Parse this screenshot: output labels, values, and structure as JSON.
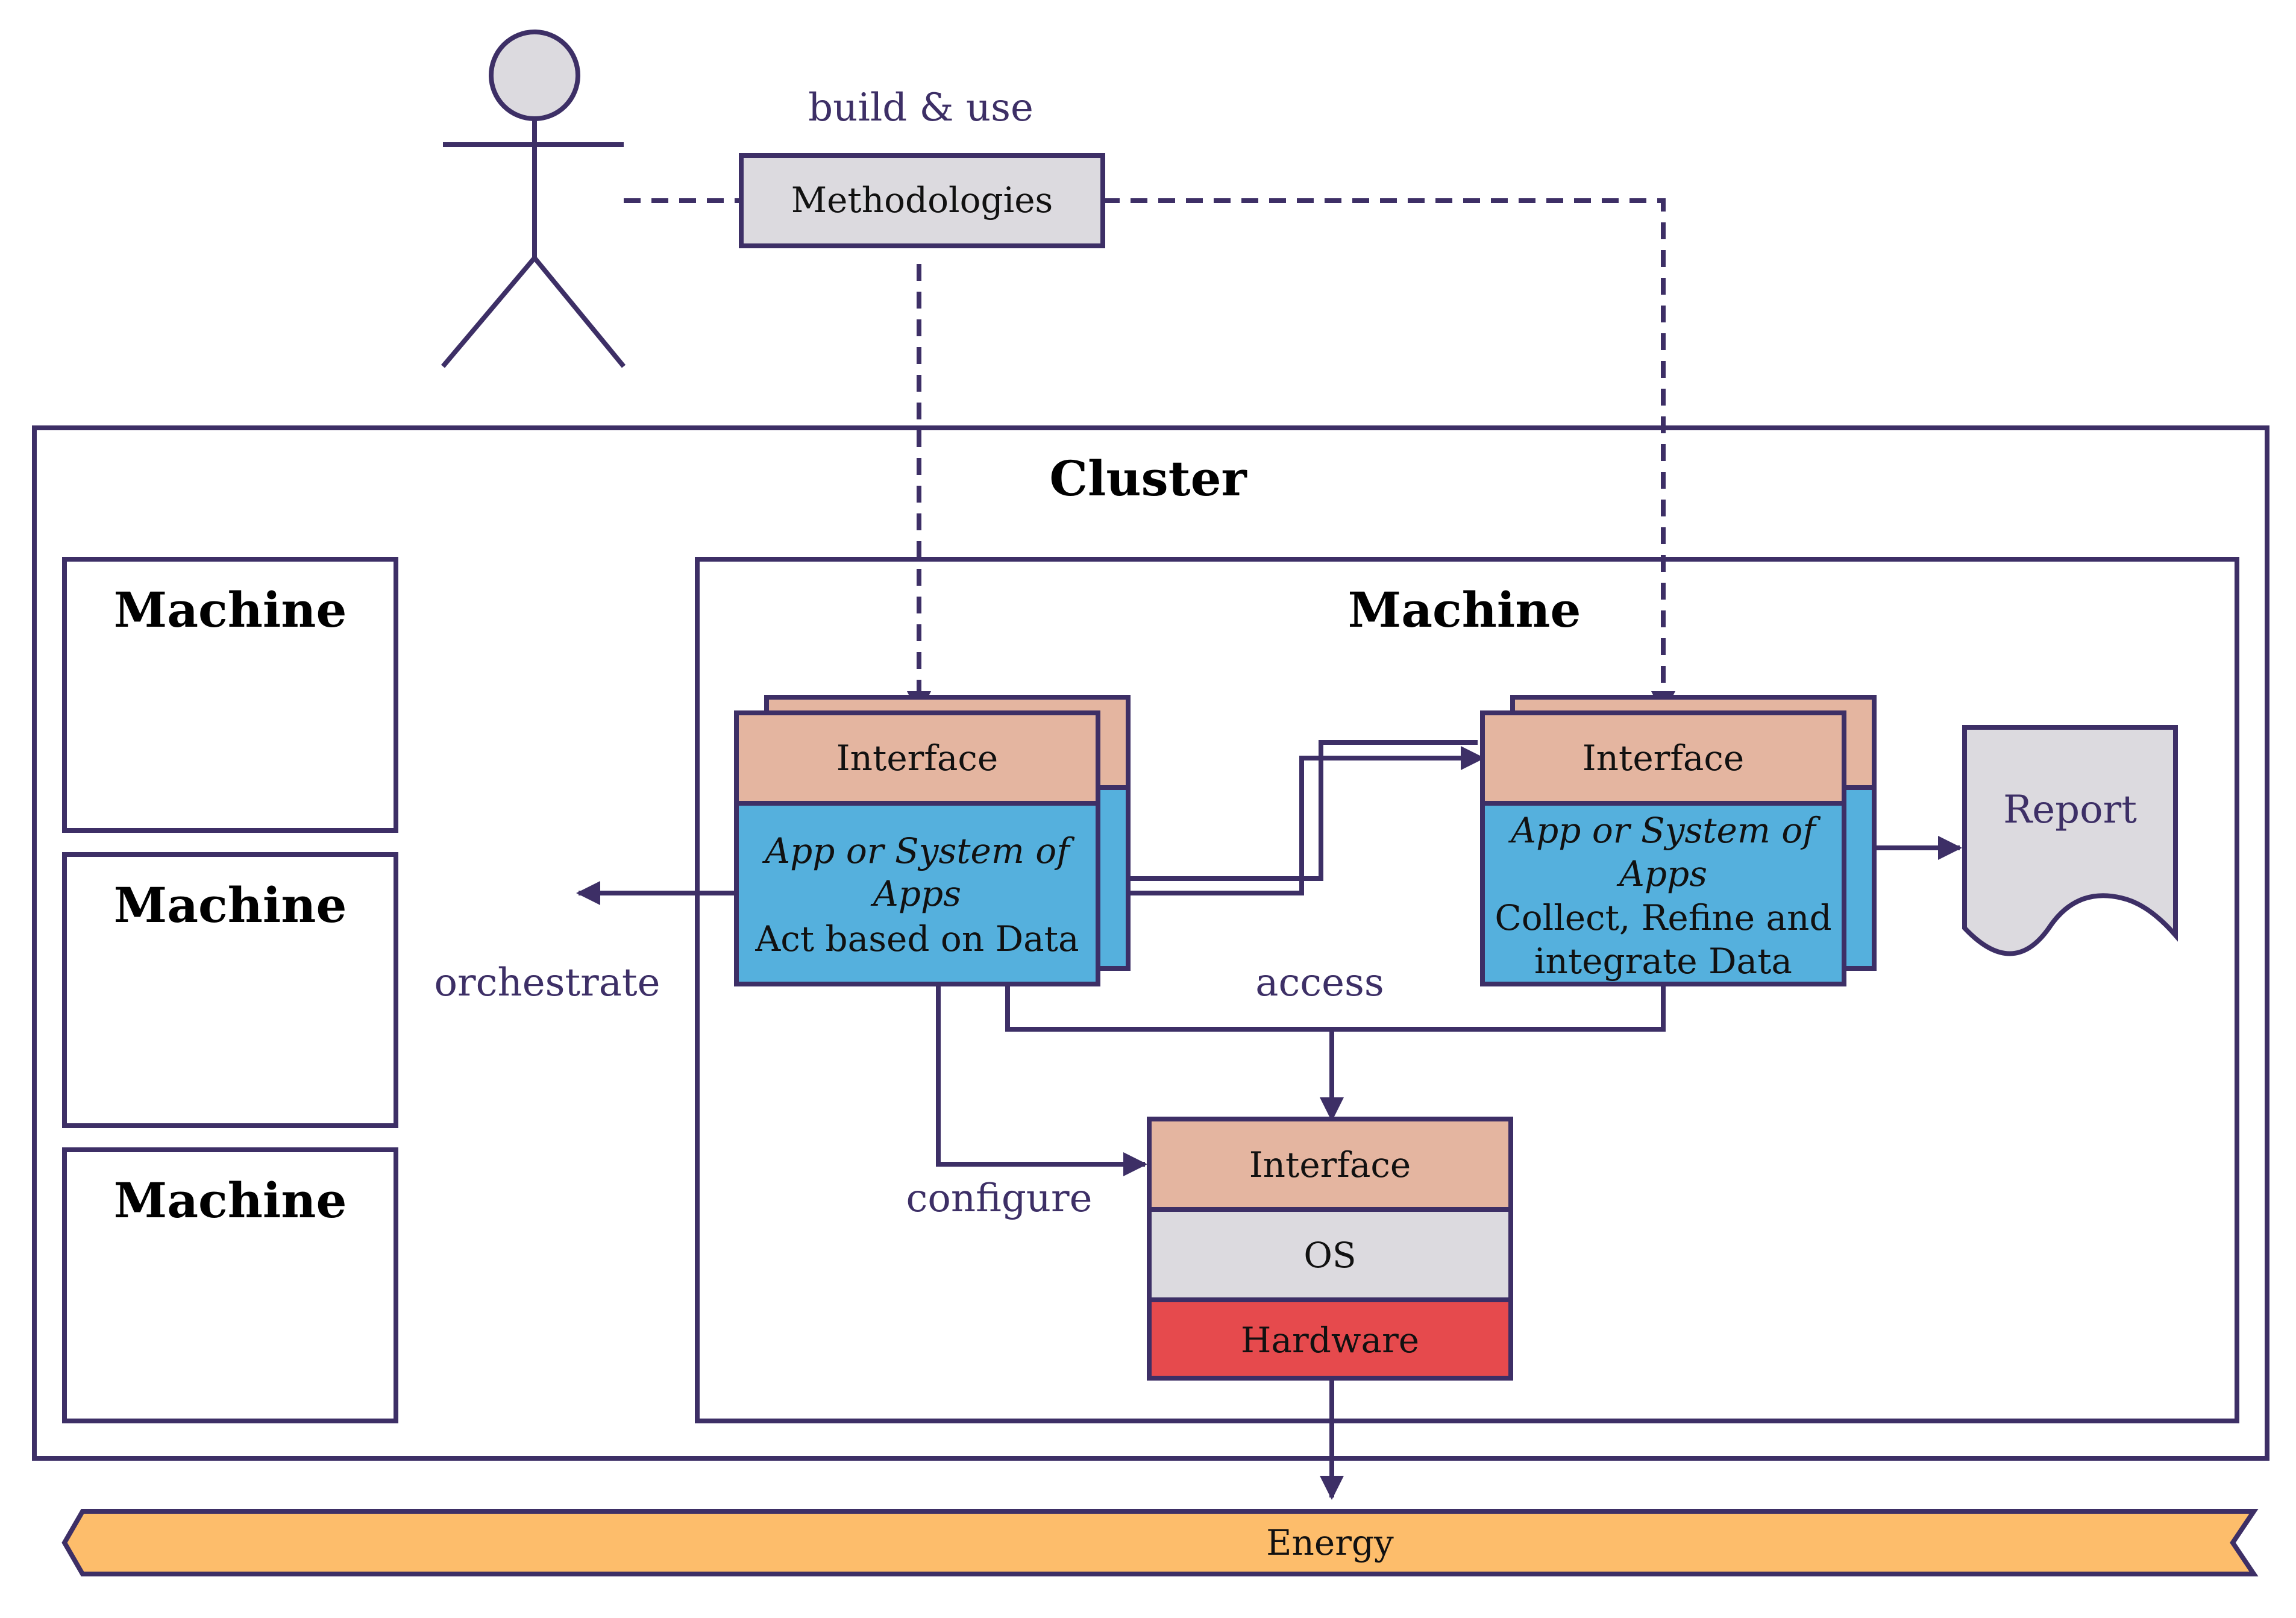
{
  "labels": {
    "build_use": "build & use",
    "orchestrate": "orchestrate",
    "access": "access",
    "configure": "configure"
  },
  "methodologies": {
    "label": "Methodologies"
  },
  "cluster": {
    "title": "Cluster"
  },
  "machines": {
    "side": [
      "Machine",
      "Machine",
      "Machine"
    ],
    "main_title": "Machine"
  },
  "app_left": {
    "interface": "Interface",
    "title_line1": "App or System of",
    "title_line2": "Apps",
    "desc_line1": "Act based on Data"
  },
  "app_right": {
    "interface": "Interface",
    "title_line1": "App or System of",
    "title_line2": "Apps",
    "desc_line1": "Collect, Refine and",
    "desc_line2": "integrate Data"
  },
  "report": {
    "label": "Report"
  },
  "os_stack": {
    "interface": "Interface",
    "os": "OS",
    "hardware": "Hardware"
  },
  "energy": {
    "label": "Energy"
  },
  "colors": {
    "stroke": "#3d2f66",
    "gray": "#dcdadf",
    "peach": "#e4b5a0",
    "blue": "#55b0dd",
    "red": "#e64a4d",
    "orange": "#fdbd6b"
  }
}
